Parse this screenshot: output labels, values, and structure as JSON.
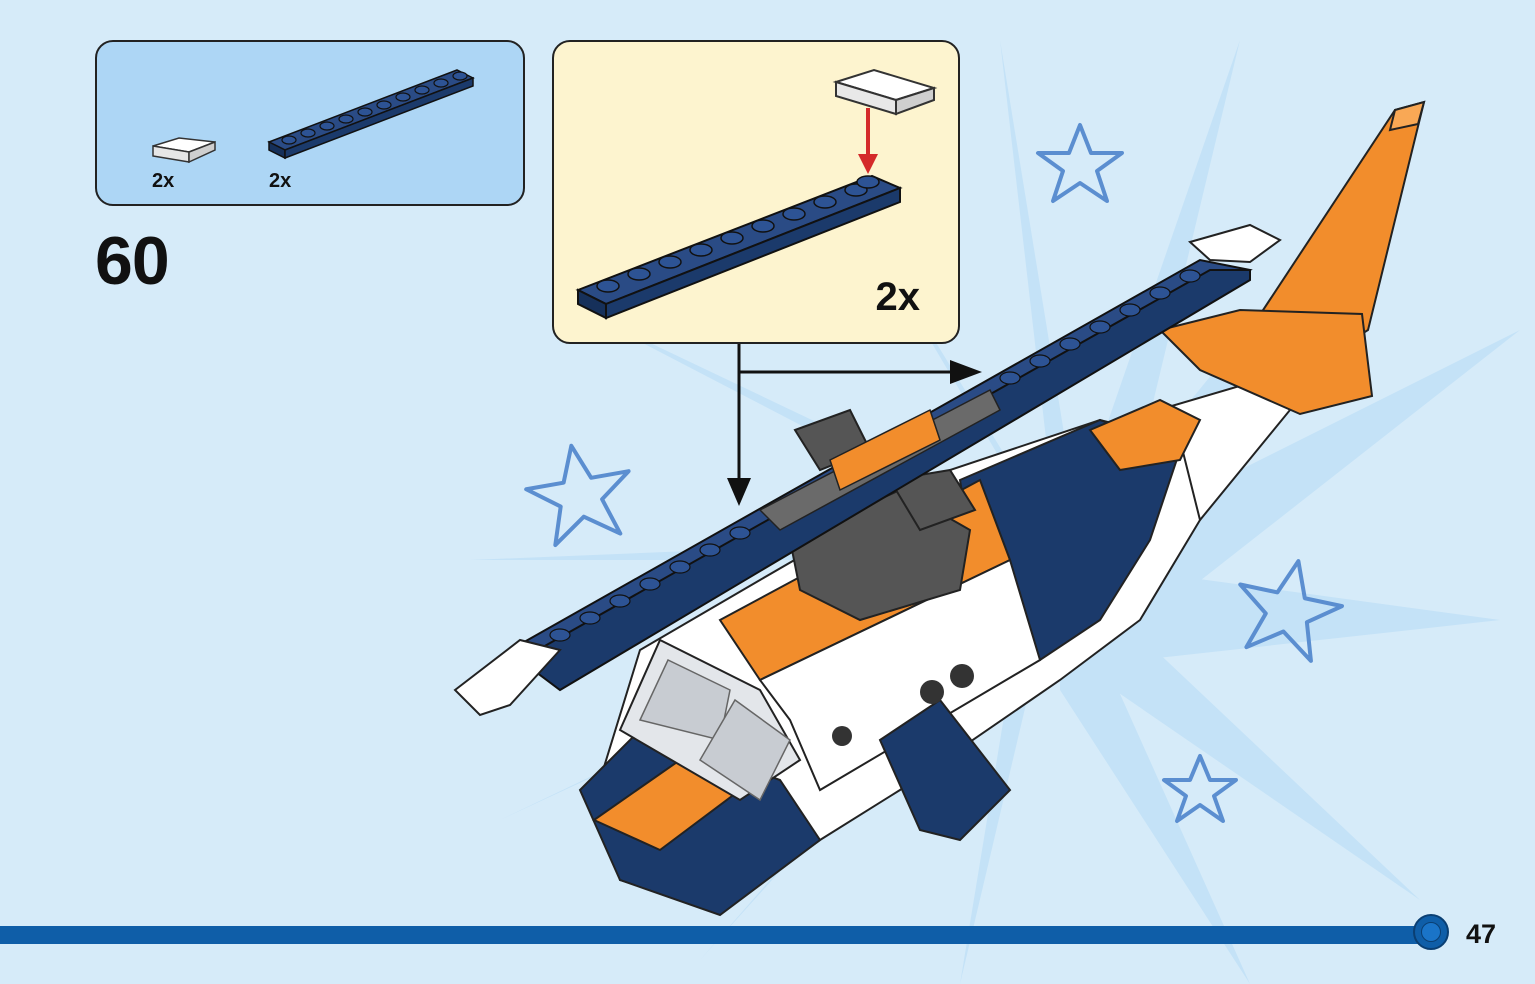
{
  "step": {
    "number": "60"
  },
  "parts": [
    {
      "qty": "2x",
      "piece": "white-curved-slope-icon"
    },
    {
      "qty": "2x",
      "piece": "dark-blue-plate-1x10-icon"
    }
  ],
  "subassembly": {
    "multiplier": "2x"
  },
  "page": {
    "number": "47"
  },
  "colors": {
    "background": "#d6ebf9",
    "parts_box": "#add6f5",
    "sub_box": "#fdf4cf",
    "dark_blue": "#1b3a6b",
    "orange": "#f28d2c",
    "footer": "#0f5ea8",
    "arrow_red": "#d42a2a"
  }
}
